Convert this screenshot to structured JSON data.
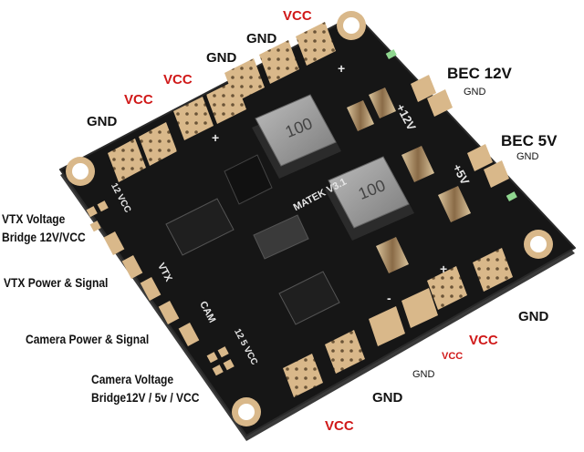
{
  "colors": {
    "pcb": "#161616",
    "pad": "#d9b88a",
    "vcc_label": "#d01818",
    "gnd_label": "#111111",
    "silkscreen": "#e6e6e6"
  },
  "labels": {
    "gnd_top_left": "GND",
    "vcc_top_1": "VCC",
    "vcc_top_2": "VCC",
    "gnd_top_1": "GND",
    "gnd_top_2": "GND",
    "vcc_top_right": "VCC",
    "bec12_title": "BEC 12V",
    "bec12_sub": "GND",
    "bec5_title": "BEC 5V",
    "bec5_sub": "GND",
    "vtx_voltage_1": "VTX Voltage",
    "vtx_voltage_2": "Bridge 12V/VCC",
    "vtx_power": "VTX Power & Signal",
    "camera_power": "Camera Power & Signal",
    "camera_voltage_1": "Camera Voltage",
    "camera_voltage_2": "Bridge12V / 5v / VCC",
    "gnd_right": "GND",
    "vcc_right": "VCC",
    "vcc_small": "VCC",
    "gnd_small": "GND",
    "gnd_bottom": "GND",
    "vcc_bottom": "VCC"
  },
  "silkscreen": {
    "inductor_1": "100",
    "inductor_2": "100",
    "board_version": "MATEK V3.1",
    "plus_12v": "+12V",
    "plus_5v": "+5V",
    "vcc_12": "12 VCC",
    "vtx": "VTX",
    "cam": "CAM",
    "cam_sel": "12 5 VCC",
    "plus": "+",
    "minus": "-"
  }
}
